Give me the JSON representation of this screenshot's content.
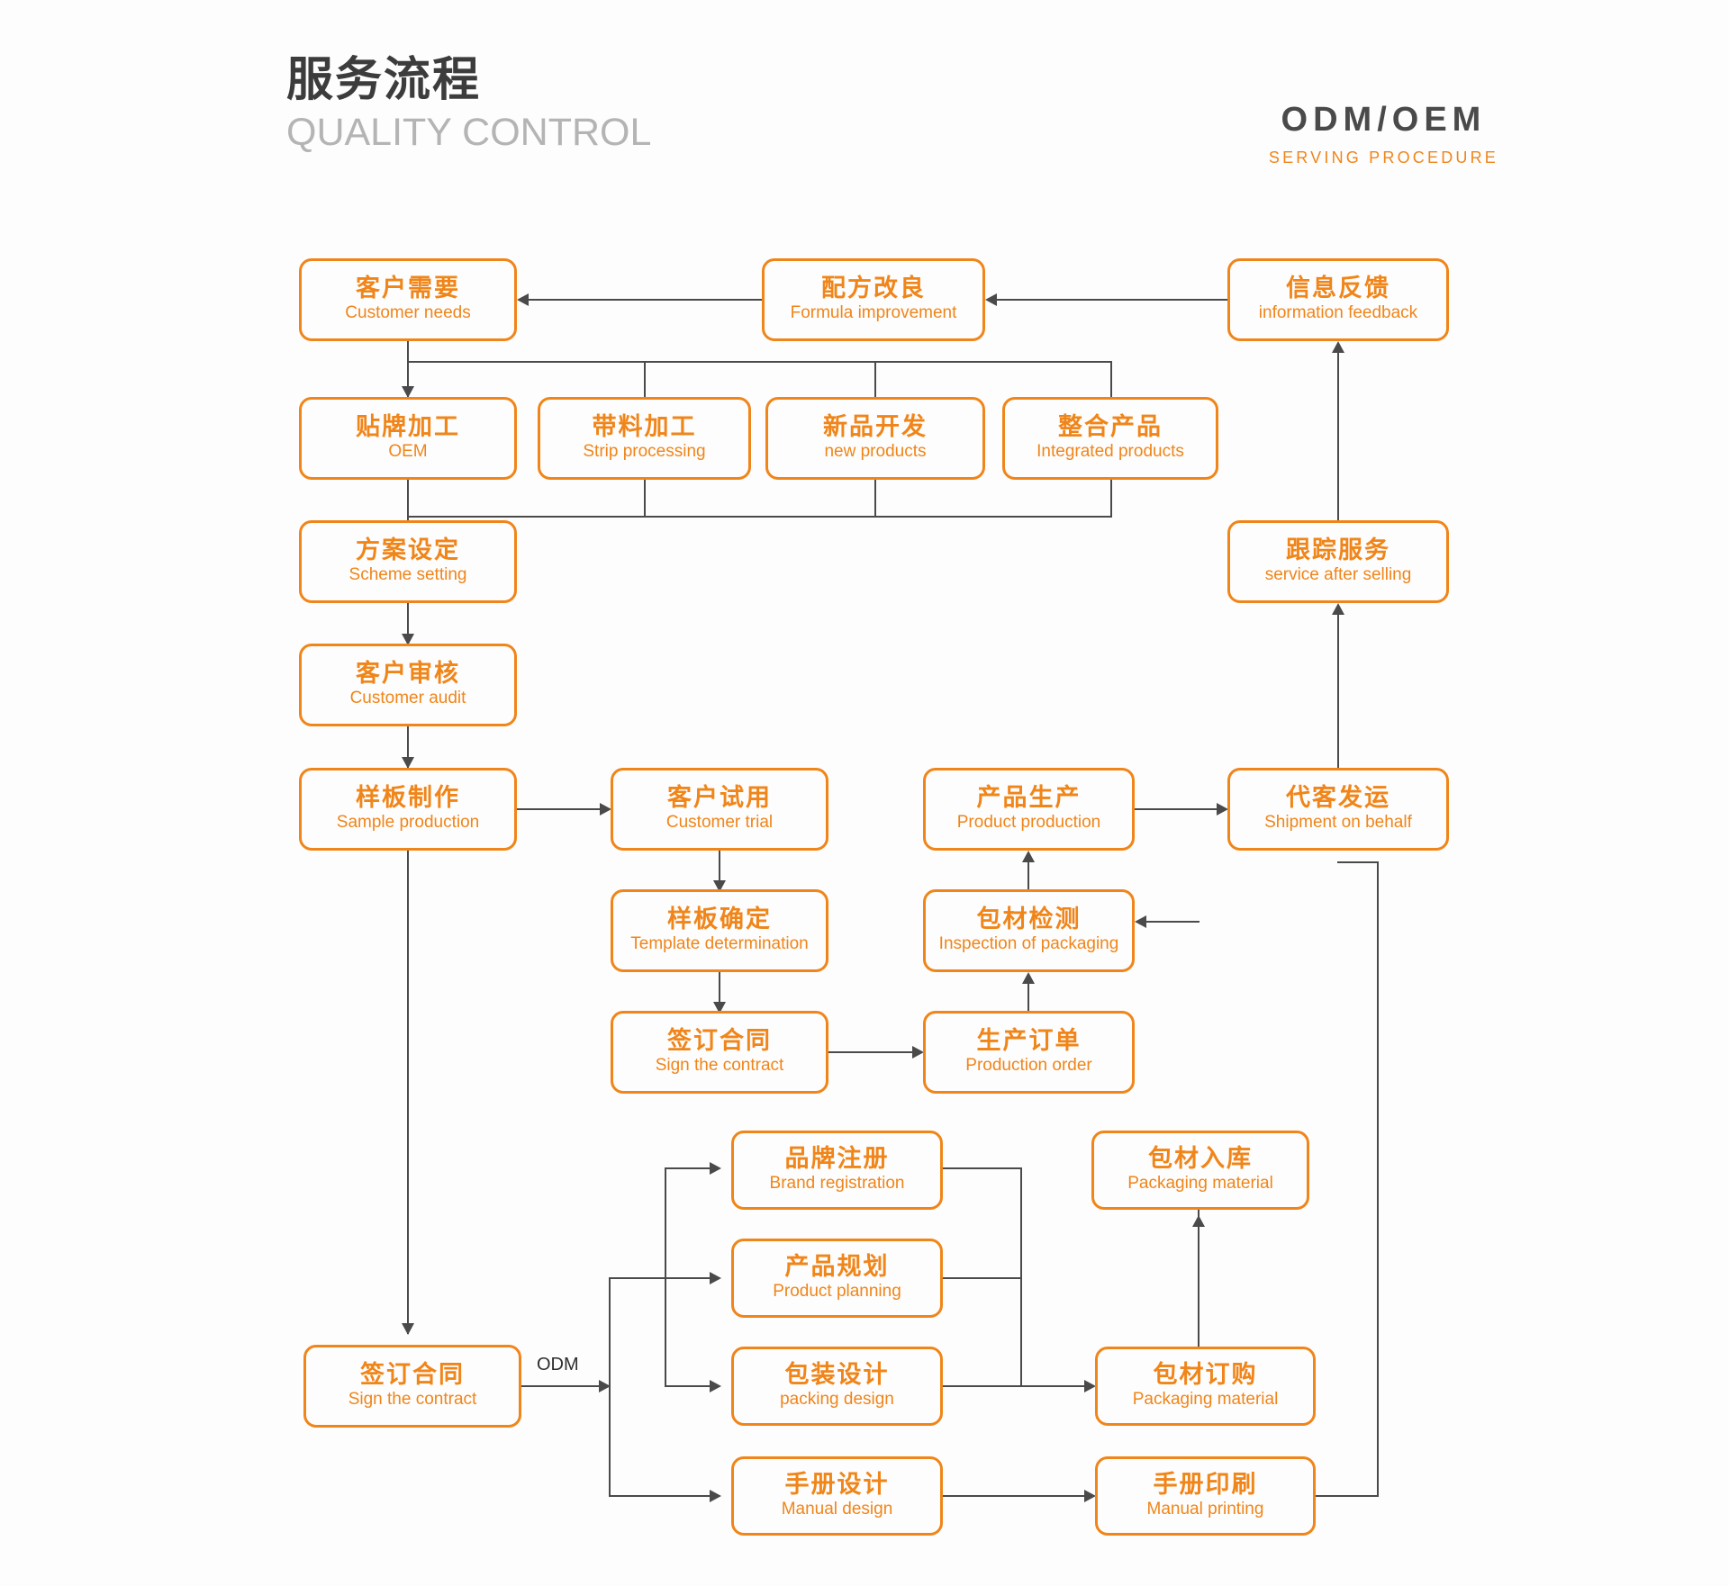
{
  "header": {
    "title_cn": "服务流程",
    "title_en": "QUALITY CONTROL",
    "right_title": "ODM/OEM",
    "right_sub": "SERVING PROCEDURE"
  },
  "colors": {
    "accent": "#f08519",
    "connector": "#4a4a4a",
    "title_dark": "#3c3c3c",
    "title_light": "#b4b4b4",
    "background": "#fdfdfd"
  },
  "edge_labels": {
    "odm": "ODM"
  },
  "nodes": {
    "customer_needs": {
      "cn": "客户需要",
      "en": "Customer needs"
    },
    "formula_improvement": {
      "cn": "配方改良",
      "en": "Formula improvement"
    },
    "information_feedback": {
      "cn": "信息反馈",
      "en": "information feedback"
    },
    "oem": {
      "cn": "贴牌加工",
      "en": "OEM"
    },
    "strip_processing": {
      "cn": "带料加工",
      "en": "Strip processing"
    },
    "new_products": {
      "cn": "新品开发",
      "en": "new products"
    },
    "integrated_products": {
      "cn": "整合产品",
      "en": "Integrated products"
    },
    "scheme_setting": {
      "cn": "方案设定",
      "en": "Scheme setting"
    },
    "service_after_selling": {
      "cn": "跟踪服务",
      "en": "service after selling"
    },
    "customer_audit": {
      "cn": "客户审核",
      "en": "Customer audit"
    },
    "sample_production": {
      "cn": "样板制作",
      "en": "Sample production"
    },
    "customer_trial": {
      "cn": "客户试用",
      "en": "Customer trial"
    },
    "product_production": {
      "cn": "产品生产",
      "en": "Product production"
    },
    "shipment_on_behalf": {
      "cn": "代客发运",
      "en": "Shipment on behalf"
    },
    "template_determination": {
      "cn": "样板确定",
      "en": "Template determination"
    },
    "inspection_packaging": {
      "cn": "包材检测",
      "en": "Inspection of packaging"
    },
    "sign_contract_mid": {
      "cn": "签订合同",
      "en": "Sign the contract"
    },
    "production_order": {
      "cn": "生产订单",
      "en": "Production order"
    },
    "brand_registration": {
      "cn": "品牌注册",
      "en": "Brand registration"
    },
    "packaging_storage": {
      "cn": "包材入库",
      "en": "Packaging material"
    },
    "product_planning": {
      "cn": "产品规划",
      "en": "Product planning"
    },
    "sign_contract_bottom": {
      "cn": "签订合同",
      "en": "Sign the contract"
    },
    "packing_design": {
      "cn": "包装设计",
      "en": "packing design"
    },
    "packaging_order": {
      "cn": "包材订购",
      "en": "Packaging material"
    },
    "manual_design": {
      "cn": "手册设计",
      "en": "Manual design"
    },
    "manual_printing": {
      "cn": "手册印刷",
      "en": "Manual printing"
    }
  }
}
